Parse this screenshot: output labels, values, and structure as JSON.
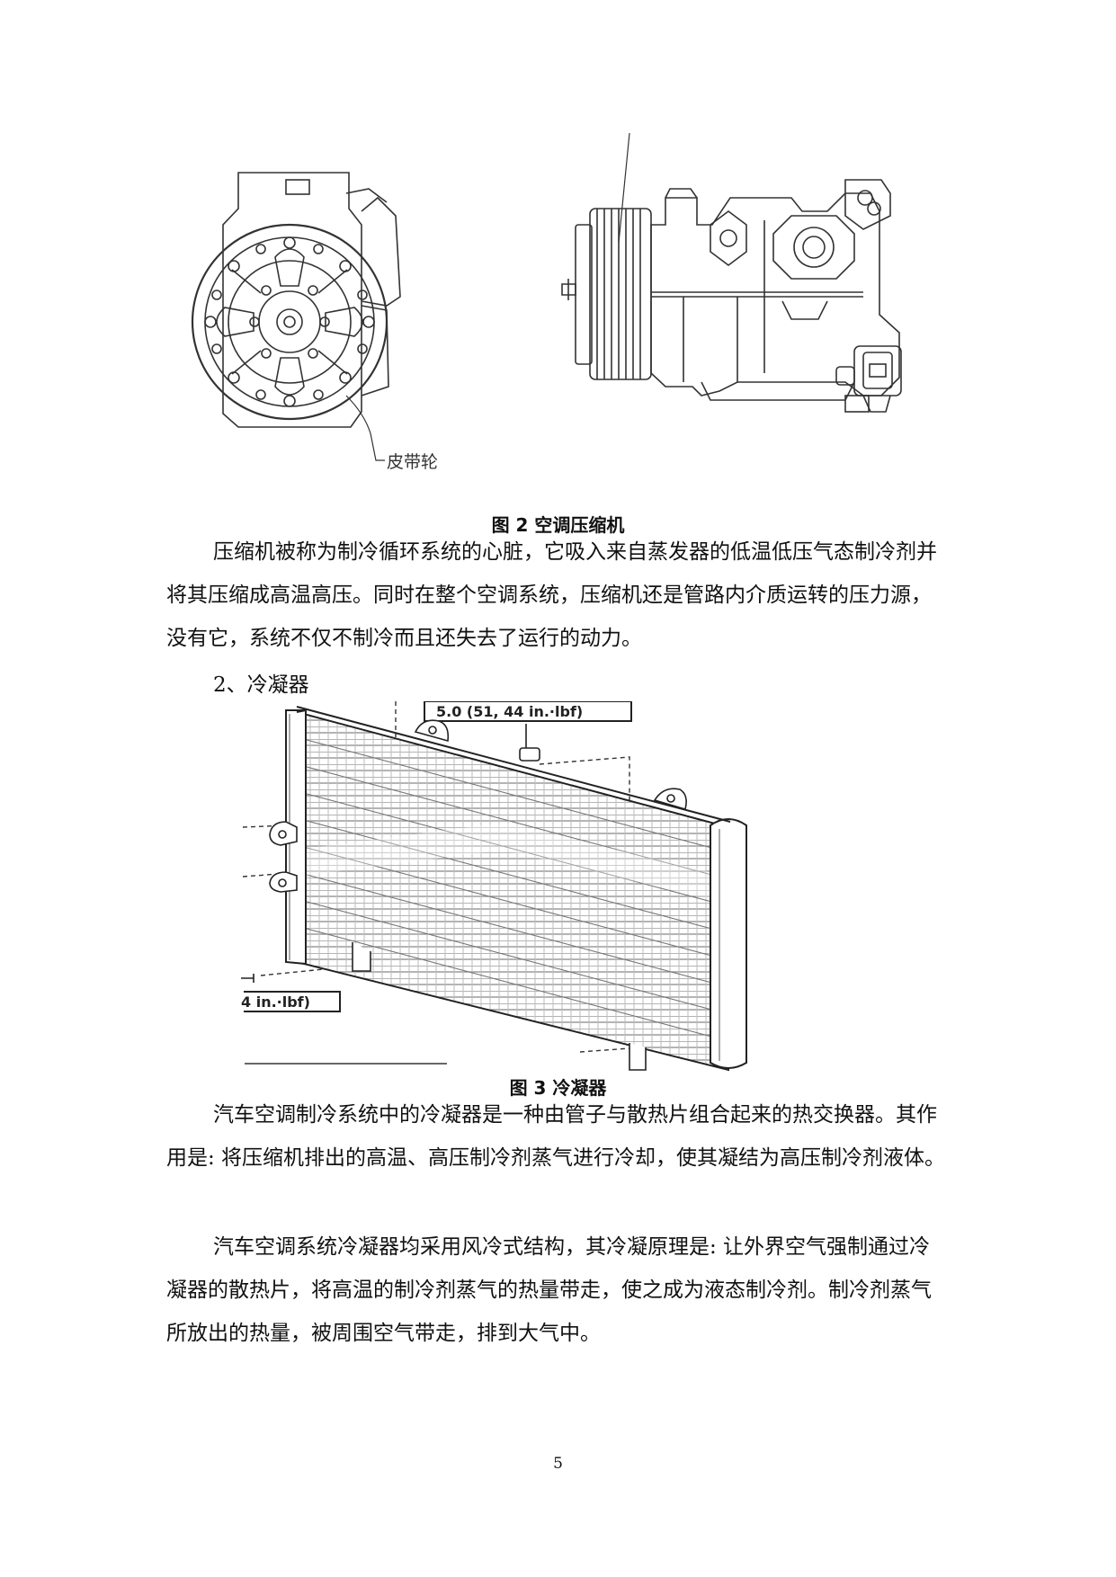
{
  "figure2": {
    "pulley_label": "皮带轮",
    "caption": "图 2 空调压缩机"
  },
  "para1": "压缩机被称为制冷循环系统的心脏，它吸入来自蒸发器的低温低压气态制冷剂并将其压缩成高温高压。同时在整个空调系统，压缩机还是管路内介质运转的压力源，没有它，系统不仅不制冷而且还失去了运行的动力。",
  "section2_heading": "2、冷凝器",
  "figure3": {
    "torque_label_top": "5.0 (51, 44 in.·lbf)",
    "torque_label_left": "4 in.·lbf)",
    "caption": "图 3 冷凝器"
  },
  "para2": "汽车空调制冷系统中的冷凝器是一种由管子与散热片组合起来的热交换器。其作用是: 将压缩机排出的高温、高压制冷剂蒸气进行冷却，使其凝结为高压制冷剂液体。",
  "para3": "汽车空调系统冷凝器均采用风冷式结构，其冷凝原理是: 让外界空气强制通过冷凝器的散热片，将高温的制冷剂蒸气的热量带走，使之成为液态制冷剂。制冷剂蒸气所放出的热量，被周围空气带走，排到大气中。",
  "page_number": "5"
}
